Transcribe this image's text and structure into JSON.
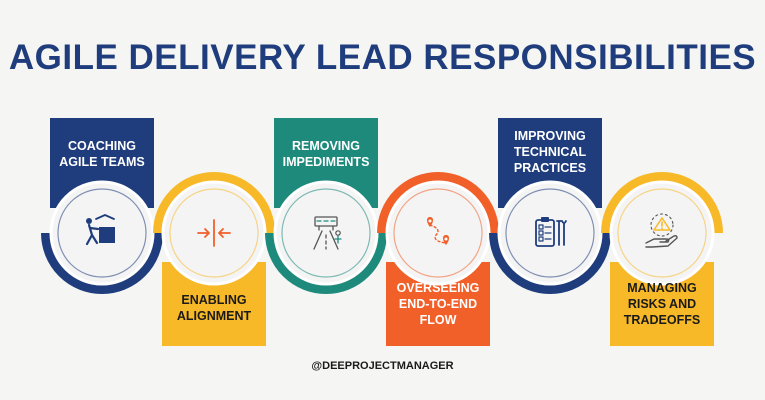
{
  "title": "AGILE DELIVERY LEAD RESPONSIBILITIES",
  "handle": "@DEEPROJECTMANAGER",
  "colors": {
    "navy": "#1f3d7d",
    "yellow": "#f7b927",
    "teal": "#1e8a7c",
    "orange": "#f2602a",
    "light_circle": "#f4f4f4"
  },
  "steps": [
    {
      "lines": [
        "COACHING",
        "AGILE TEAMS"
      ],
      "color": "#1f3d7d",
      "icon": "team-coaching-icon"
    },
    {
      "lines": [
        "ENABLING",
        "ALIGNMENT"
      ],
      "color": "#f7b927",
      "icon": "alignment-arrows-icon"
    },
    {
      "lines": [
        "REMOVING",
        "IMPEDIMENTS"
      ],
      "color": "#1e8a7c",
      "icon": "road-obstacle-icon"
    },
    {
      "lines": [
        "OVERSEEING",
        "END-TO-END",
        "FLOW"
      ],
      "color": "#f2602a",
      "icon": "route-pins-icon"
    },
    {
      "lines": [
        "IMPROVING",
        "TECHNICAL",
        "PRACTICES"
      ],
      "color": "#1f3d7d",
      "icon": "checklist-tools-icon"
    },
    {
      "lines": [
        "MANAGING",
        "RISKS AND",
        "TRADEOFFS"
      ],
      "color": "#f7b927",
      "icon": "risk-hand-icon"
    }
  ]
}
